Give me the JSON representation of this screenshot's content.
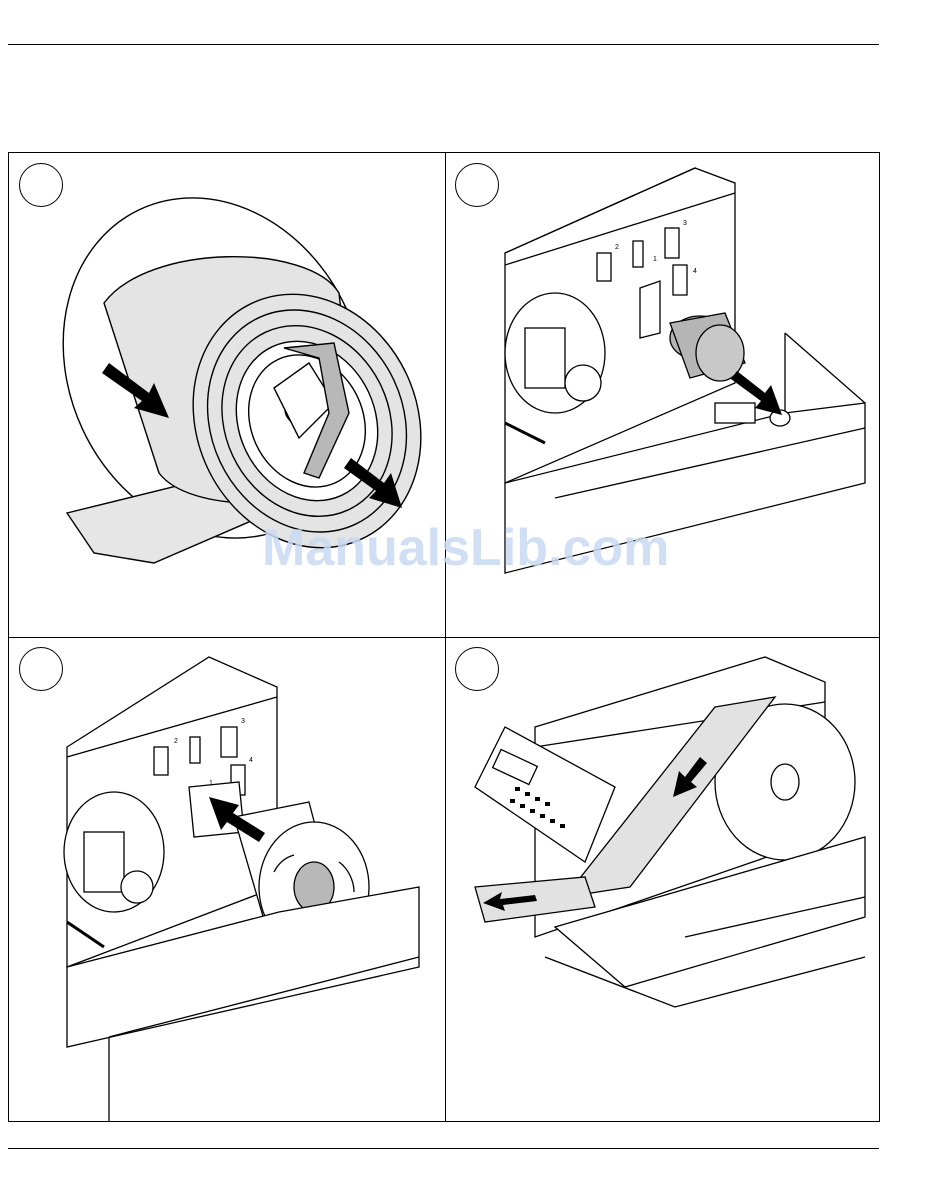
{
  "watermark": "ManualsLib.com",
  "panels": [
    {
      "step_label": ""
    },
    {
      "step_label": "",
      "slot_labels": [
        "2",
        "1",
        "3",
        "4"
      ]
    },
    {
      "step_label": "",
      "slot_labels": [
        "2",
        "1",
        "3",
        "4"
      ]
    },
    {
      "step_label": ""
    }
  ]
}
